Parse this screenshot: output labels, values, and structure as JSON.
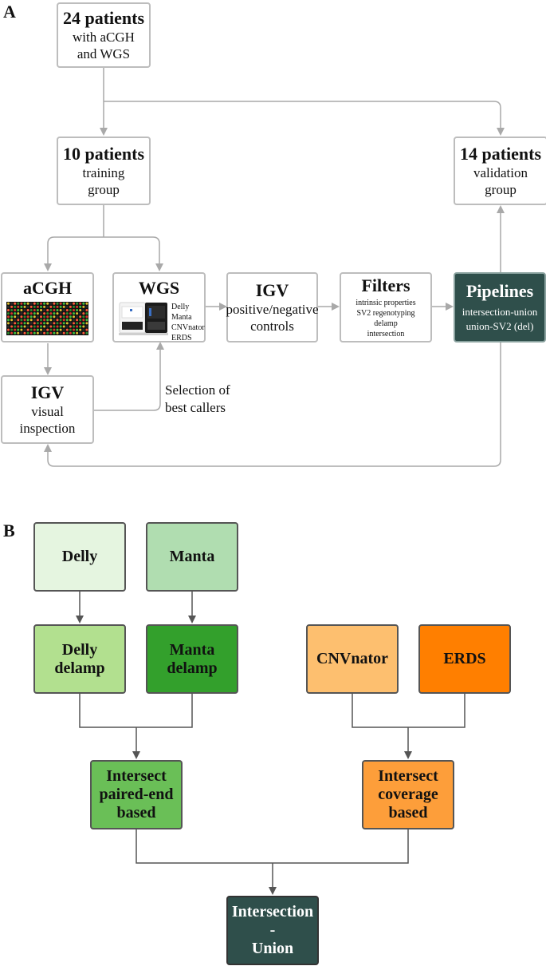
{
  "panel_a": {
    "letter": "A",
    "all_patients": {
      "title": "24 patients",
      "line1": "with aCGH",
      "line2": "and WGS"
    },
    "training": {
      "title": "10 patients",
      "line1": "training",
      "line2": "group"
    },
    "validation": {
      "title": "14 patients",
      "line1": "validation",
      "line2": "group"
    },
    "acgh": {
      "title": "aCGH"
    },
    "wgs": {
      "title": "WGS",
      "callers": [
        "Delly",
        "Manta",
        "CNVnator",
        "ERDS"
      ]
    },
    "igv_controls": {
      "title": "IGV",
      "line1": "positive/negative",
      "line2": "controls"
    },
    "filters": {
      "title": "Filters",
      "lines": [
        "intrinsic properties",
        "SV2 regenotyping",
        "delamp",
        "intersection"
      ]
    },
    "pipelines": {
      "title": "Pipelines",
      "line1": "intersection-union",
      "line2": "union-SV2 (del)"
    },
    "igv_visual": {
      "title": "IGV",
      "line1": "visual",
      "line2": "inspection"
    },
    "selection_note": {
      "line1": "Selection of",
      "line2": "best callers"
    }
  },
  "panel_b": {
    "letter": "B",
    "delly": "Delly",
    "manta": "Manta",
    "delly_delamp": {
      "line1": "Delly",
      "line2": "delamp"
    },
    "manta_delamp": {
      "line1": "Manta",
      "line2": "delamp"
    },
    "cnvnator": "CNVnator",
    "erds": "ERDS",
    "intersect_pe": {
      "line1": "Intersect",
      "line2": "paired-end",
      "line3": "based"
    },
    "intersect_cov": {
      "line1": "Intersect",
      "line2": "coverage",
      "line3": "based"
    },
    "final": {
      "line1": "Intersection",
      "line2": "-",
      "line3": "Union"
    }
  },
  "colors": {
    "delly": "#e5f5e0",
    "manta": "#b0ddb0",
    "delly_delamp": "#b2e08f",
    "manta_delamp": "#33a02c",
    "intersect_pe": "#6abf57",
    "cnvnator": "#fdbf6f",
    "erds": "#ff7f00",
    "intersect_cov": "#fd9e3a",
    "dark": "#2f4f4b"
  }
}
